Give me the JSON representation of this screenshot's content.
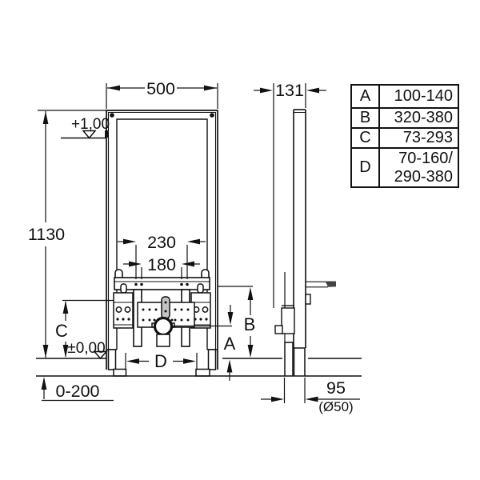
{
  "page": {
    "background": "#ffffff",
    "line_color": "#111111"
  },
  "front_view": {
    "width_label": "500",
    "height_label": "1130",
    "stud_spacing_outer_label": "230",
    "stud_spacing_inner_label": "180",
    "upper_level_label": "+1,00",
    "floor_level_label": "±0,00",
    "floor_adjust_label": "0-200",
    "dim_a_label": "A",
    "dim_b_label": "B",
    "dim_c_label": "C",
    "dim_d_label": "D"
  },
  "side_view": {
    "depth_label": "131",
    "outlet_distance_label": "95",
    "outlet_diameter_label": "(Ø50)"
  },
  "table": {
    "rows": [
      {
        "key": "A",
        "value": "100-140"
      },
      {
        "key": "B",
        "value": "320-380"
      },
      {
        "key": "C",
        "value": "73-293"
      },
      {
        "key": "D",
        "value": "70-160/\n290-380"
      }
    ]
  }
}
